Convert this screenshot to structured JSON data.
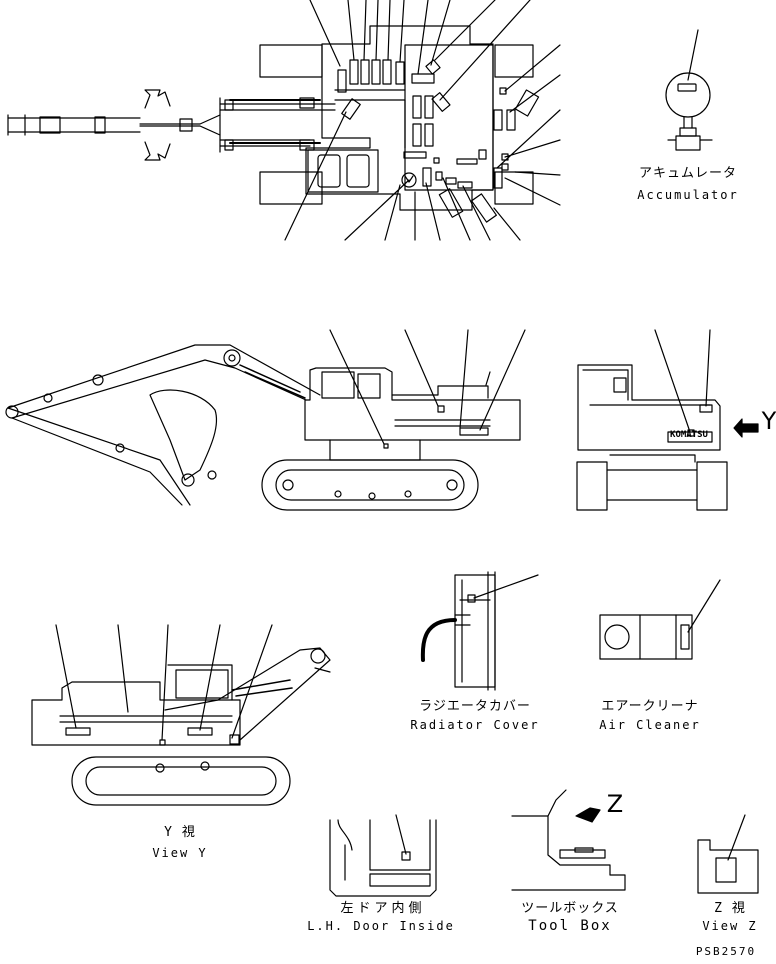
{
  "labels": {
    "accumulator_jp": "アキュムレータ",
    "accumulator_en": "Accumulator",
    "y_marker": "Y",
    "z_marker": "Z",
    "view_y_jp": "Y 視",
    "view_y_en": "View Y",
    "radiator_jp": "ラジエータカバー",
    "radiator_en": "Radiator Cover",
    "air_cleaner_jp": "エアークリーナ",
    "air_cleaner_en": "Air Cleaner",
    "lh_door_jp": "左ドア内側",
    "lh_door_en": "L.H. Door Inside",
    "tool_box_jp": "ツールボックス",
    "tool_box_en": "Tool Box",
    "view_z_jp": "Z 視",
    "view_z_en": "View Z",
    "brand": "KOMATSU",
    "part_code": "PSB2570"
  }
}
